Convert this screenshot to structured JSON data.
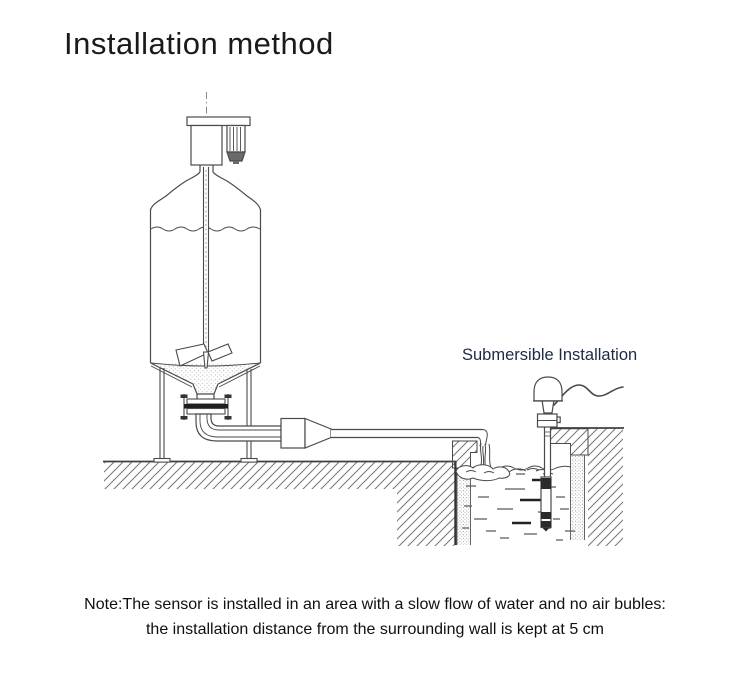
{
  "title": "Installation method",
  "diagram": {
    "submersible_label": "Submersible Installation",
    "label_color": "#1c2b45",
    "line_color": "#4a4a4a"
  },
  "note": {
    "line1": "Note:The sensor is installed in an area with a slow flow of water and no air bubles:",
    "line2": "the installation distance from the surrounding wall is kept at 5 cm"
  }
}
